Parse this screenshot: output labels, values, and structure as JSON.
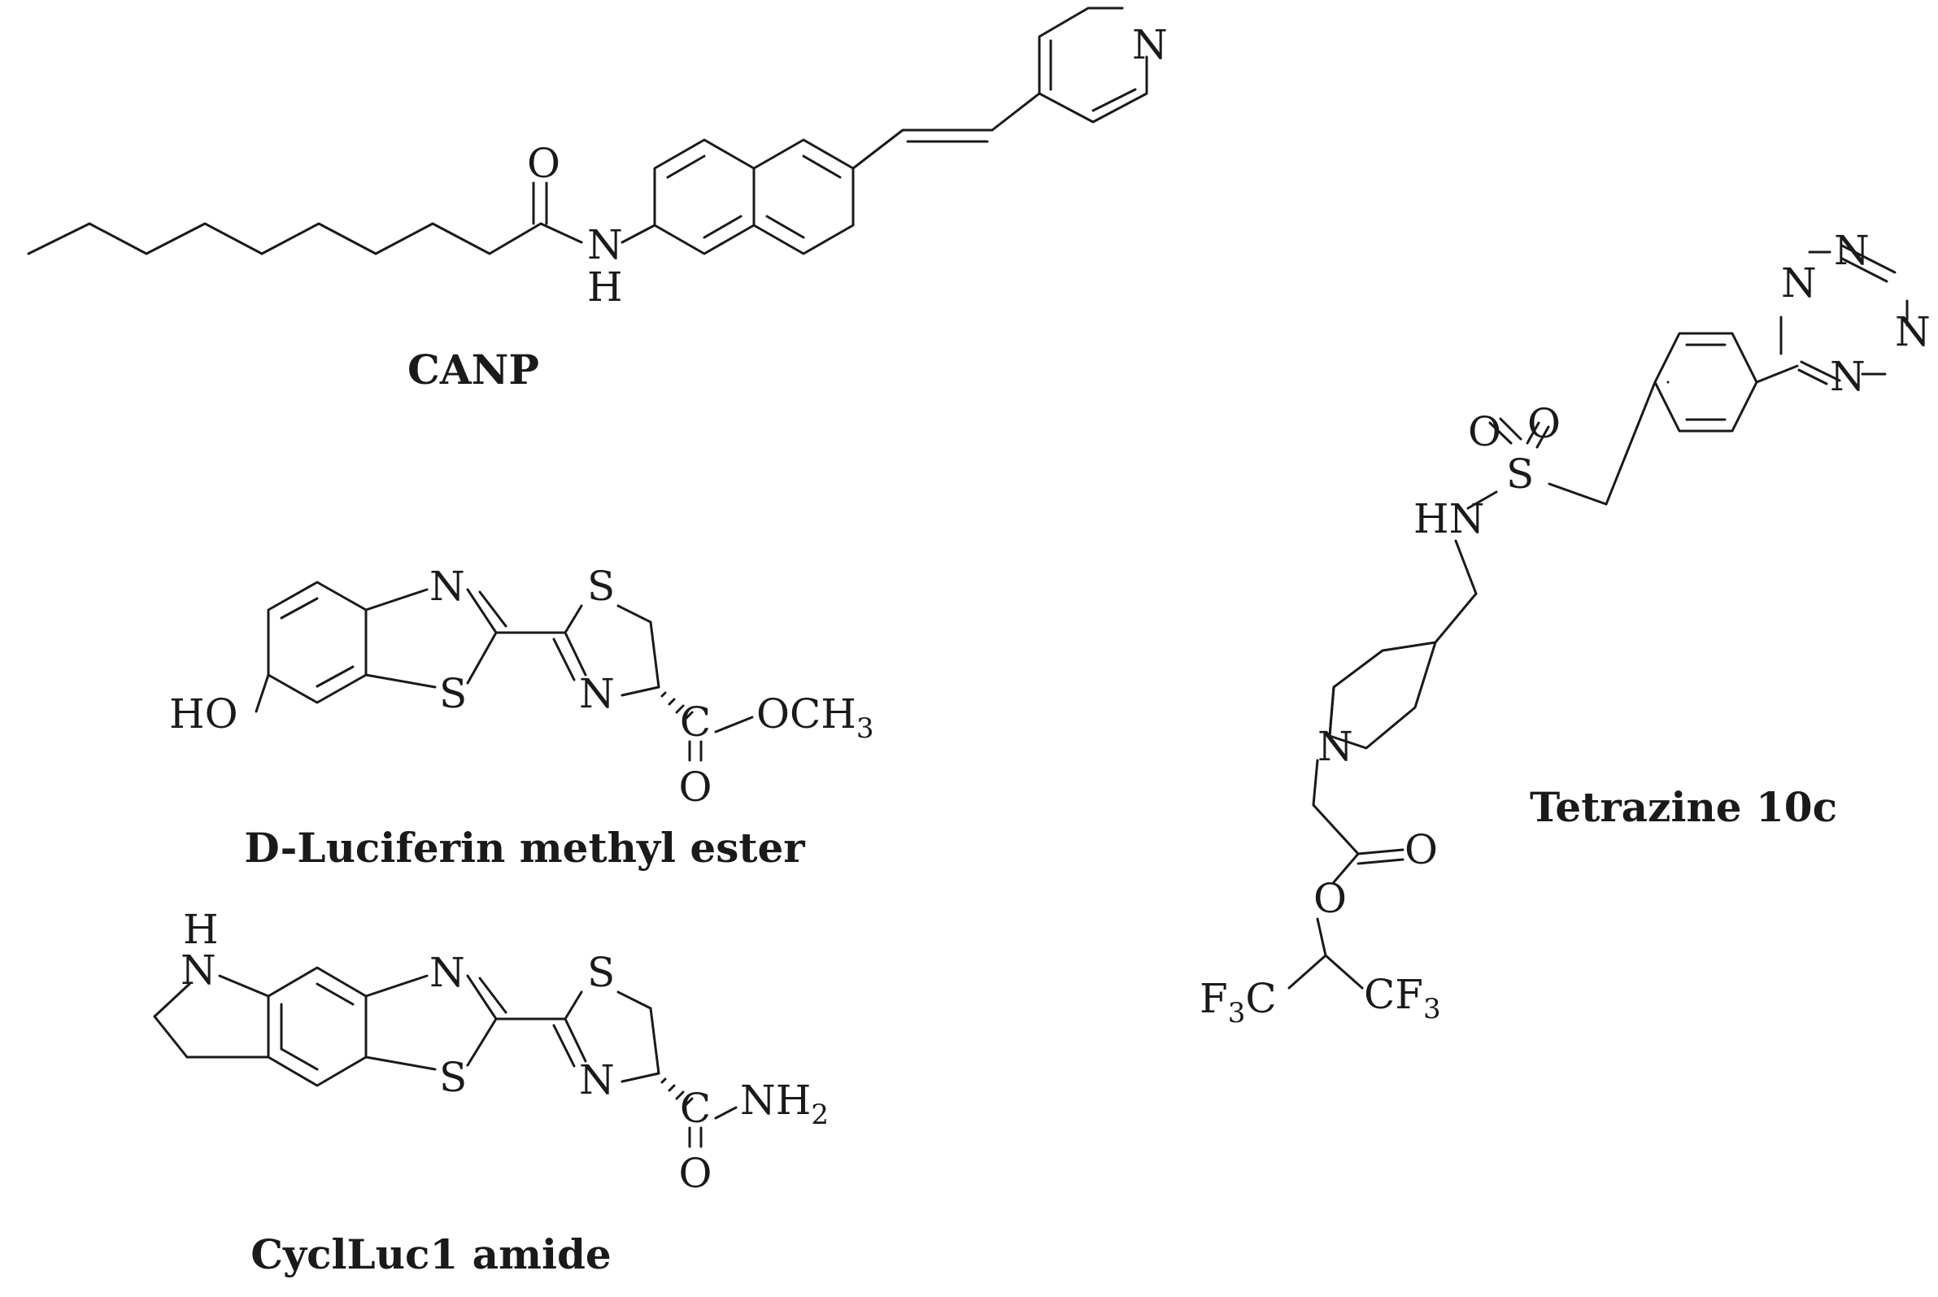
{
  "molecules": {
    "canp": {
      "name": "CANP",
      "atoms": {
        "o": "O",
        "n": "N",
        "h": "H",
        "pyr_n": "N"
      }
    },
    "luciferin": {
      "name": "D-Luciferin methyl ester",
      "atoms": {
        "ho": "HO",
        "n1": "N",
        "s1": "S",
        "s2": "S",
        "n2": "N",
        "c": "C",
        "o": "O",
        "och": "OCH",
        "och_sub": "3"
      }
    },
    "cycluc": {
      "name": "CyclLuc1 amide",
      "atoms": {
        "h": "H",
        "n0": "N",
        "n1": "N",
        "s1": "S",
        "s2": "S",
        "n2": "N",
        "c": "C",
        "o": "O",
        "nh": "NH",
        "nh_sub": "2"
      }
    },
    "tetrazine": {
      "name": "Tetrazine 10c",
      "atoms": {
        "tn1": "N",
        "tn2": "N",
        "tn3": "N",
        "tn4": "N",
        "o1": "O",
        "o2": "O",
        "s": "S",
        "hn": "HN",
        "n": "N",
        "o3": "O",
        "o4": "O",
        "f3c": "F",
        "f3c_sub": "3",
        "f3c_c": "C",
        "cf3": "CF",
        "cf3_sub": "3"
      }
    }
  }
}
